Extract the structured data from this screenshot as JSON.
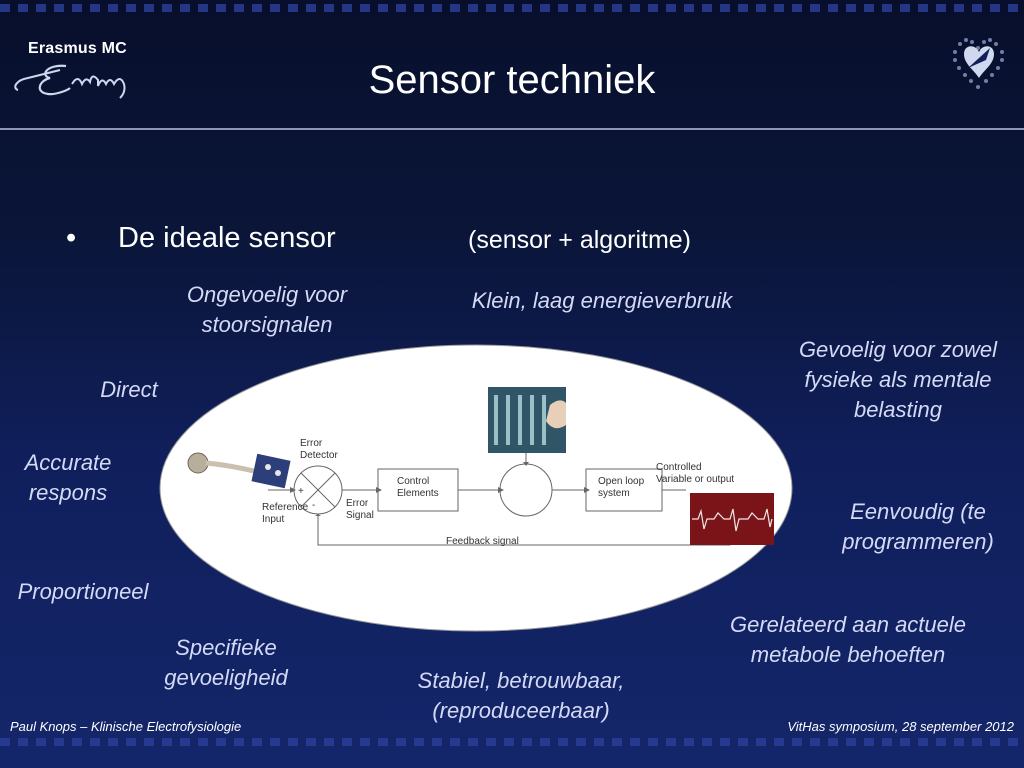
{
  "header": {
    "logo_name": "Erasmus MC",
    "logo_script": "Ezafung",
    "title": "Sensor techniek"
  },
  "bullet": {
    "marker": "•",
    "text": "De ideale sensor",
    "subtext": "(sensor + algoritme)"
  },
  "properties": [
    {
      "id": "ongevoelig",
      "text": "Ongevoelig voor\nstoorsignalen"
    },
    {
      "id": "klein",
      "text": "Klein, laag energieverbruik"
    },
    {
      "id": "gevoelig",
      "text": "Gevoelig voor zowel\nfysieke als mentale\nbelasting"
    },
    {
      "id": "direct",
      "text": "Direct"
    },
    {
      "id": "accurate",
      "text": "Accurate\nrespons"
    },
    {
      "id": "eenvoudig",
      "text": "Eenvoudig (te\nprogrammeren)"
    },
    {
      "id": "proportioneel",
      "text": "Proportioneel"
    },
    {
      "id": "gerelateerd",
      "text": "Gerelateerd aan actuele\nmetabole behoeften"
    },
    {
      "id": "specifieke",
      "text": "Specifieke\ngevoeligheid"
    },
    {
      "id": "stabiel",
      "text": "Stabiel, betrouwbaar,\n(reproduceerbaar)"
    }
  ],
  "diagram": {
    "error_detector": "Error\nDetector",
    "reference_input": "Reference\nInput",
    "error_signal": "Error\nSignal",
    "plus": "+",
    "minus": "-",
    "control_elements": "Control\nElements",
    "open_loop": "Open loop\nsystem",
    "controlled_output": "Controlled\nVariable or output",
    "feedback": "Feedback signal"
  },
  "footer": {
    "left": "Paul Knops – Klinische Electrofysiologie",
    "right": "VitHas symposium, 28 september 2012"
  },
  "colors": {
    "label_text": "#d4daf5",
    "ecg_background": "#7a1418",
    "ecg_trace": "#f2e8e8"
  }
}
